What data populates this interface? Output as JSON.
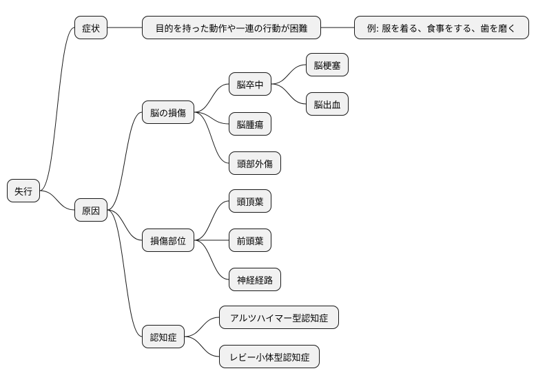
{
  "mindmap": {
    "root": "失行",
    "symptom": {
      "label": "症状",
      "detail": "目的を持った動作や一連の行動が困難",
      "example": "例: 服を着る、食事をする、歯を磨く"
    },
    "cause": {
      "label": "原因",
      "brain_damage": {
        "label": "脳の損傷",
        "stroke": {
          "label": "脳卒中",
          "infarction": "脳梗塞",
          "hemorrhage": "脳出血"
        },
        "tumor": "脳腫瘍",
        "head_trauma": "頭部外傷"
      },
      "damage_site": {
        "label": "損傷部位",
        "parietal": "頭頂葉",
        "frontal": "前頭葉",
        "neural_pathways": "神経経路"
      },
      "dementia": {
        "label": "認知症",
        "alzheimers": "アルツハイマー型認知症",
        "lewy": "レビー小体型認知症"
      }
    }
  }
}
